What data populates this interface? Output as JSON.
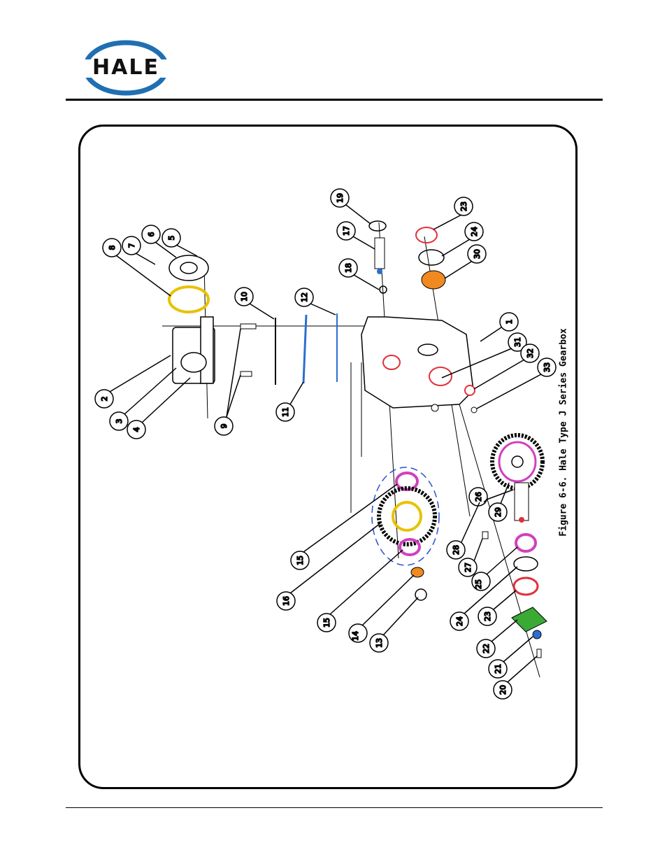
{
  "header": {
    "logo_text": "HALE"
  },
  "figure": {
    "caption": "Figure 6-6.   Hale Type J Series Gearbox",
    "callouts": [
      {
        "label": "1"
      },
      {
        "label": "2"
      },
      {
        "label": "3"
      },
      {
        "label": "4"
      },
      {
        "label": "5"
      },
      {
        "label": "6"
      },
      {
        "label": "7"
      },
      {
        "label": "8"
      },
      {
        "label": "9"
      },
      {
        "label": "10"
      },
      {
        "label": "11"
      },
      {
        "label": "12"
      },
      {
        "label": "13"
      },
      {
        "label": "14"
      },
      {
        "label": "15"
      },
      {
        "label": "15"
      },
      {
        "label": "16"
      },
      {
        "label": "17"
      },
      {
        "label": "18"
      },
      {
        "label": "19"
      },
      {
        "label": "20"
      },
      {
        "label": "21"
      },
      {
        "label": "22"
      },
      {
        "label": "23"
      },
      {
        "label": "23"
      },
      {
        "label": "24"
      },
      {
        "label": "24"
      },
      {
        "label": "25"
      },
      {
        "label": "26"
      },
      {
        "label": "27"
      },
      {
        "label": "28"
      },
      {
        "label": "29"
      },
      {
        "label": "30"
      },
      {
        "label": "31"
      },
      {
        "label": "32"
      },
      {
        "label": "33"
      }
    ]
  },
  "colors": {
    "logo_blue": "#1f6fb2",
    "gasket_yellow": "#e8c200",
    "seal_red": "#e0303a",
    "bearing_magenta": "#d040c0",
    "bearing_orange": "#f08a20",
    "cover_green": "#3aaa35",
    "washer_blue": "#2a6fd0"
  }
}
